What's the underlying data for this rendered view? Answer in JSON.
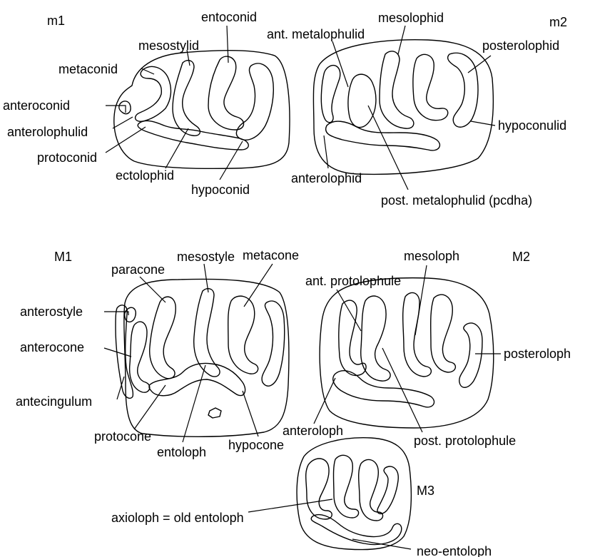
{
  "labels": {
    "m1": "m1",
    "m2": "m2",
    "M1": "M1",
    "M2": "M2",
    "M3": "M3",
    "entoconid": "entoconid",
    "mesostylid": "mesostylid",
    "metaconid": "metaconid",
    "anteroconid": "anteroconid",
    "anterolophulid": "anterolophulid",
    "protoconid": "protoconid",
    "ectolophid": "ectolophid",
    "hypoconid": "hypoconid",
    "mesolophid": "mesolophid",
    "ant_metalophulid": "ant. metalophulid",
    "posterolophid": "posterolophid",
    "hypoconulid": "hypoconulid",
    "anterolophid": "anterolophid",
    "post_metalophulid": "post. metalophulid (pcdha)",
    "mesostyle": "mesostyle",
    "metacone": "metacone",
    "paracone": "paracone",
    "anterostyle": "anterostyle",
    "anterocone": "anterocone",
    "antecingulum": "antecingulum",
    "protocone": "protocone",
    "entoloph": "entoloph",
    "hypocone": "hypocone",
    "mesoloph": "mesoloph",
    "ant_protolophule": "ant. protolophule",
    "posteroloph": "posteroloph",
    "anteroloph": "anteroloph",
    "post_protolophule": "post. protolophule",
    "axioloph": "axioloph = old entoloph",
    "neo_entoloph": "neo-entoloph"
  }
}
